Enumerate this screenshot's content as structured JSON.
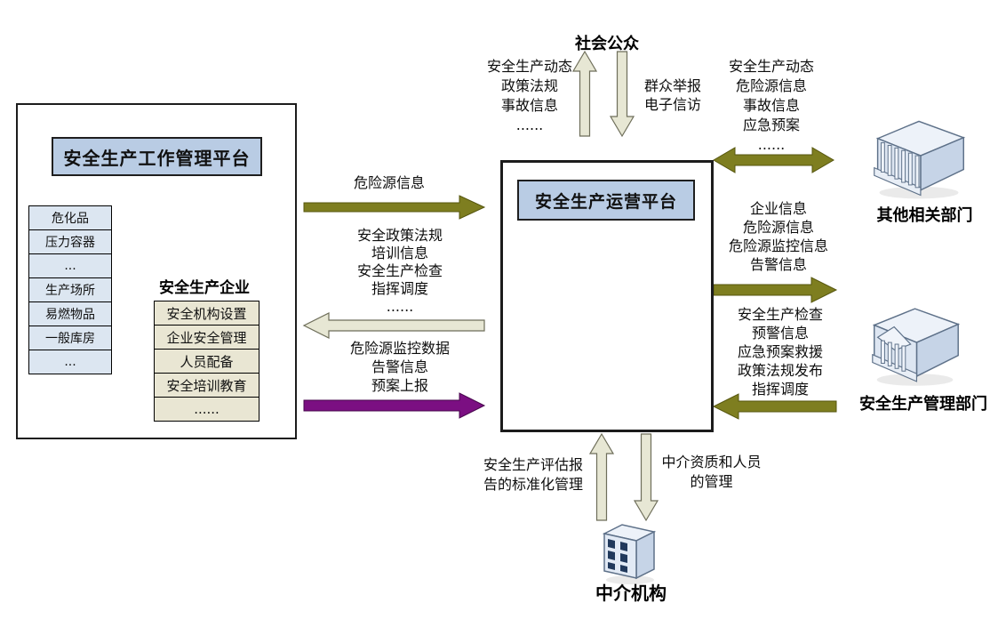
{
  "colors": {
    "olive": "#7E7E20",
    "olive_edge": "#55550E",
    "purple": "#7B0F82",
    "purple_edge": "#47074C",
    "cream": "#E7E7D4",
    "cream_edge": "#6E6E5A",
    "title_bg": "#B9CCE4",
    "blue_cell_bg": "#DCE6F1",
    "tan_cell_bg": "#E9E6D3",
    "factory_red": "#A31212"
  },
  "left_panel": {
    "title": "安全生产工作管理平台",
    "categories": [
      "危化品",
      "压力容器",
      "...",
      "生产场所",
      "易燃物品",
      "一般库房",
      "..."
    ],
    "enterprise_label": "安全生产企业",
    "enterprise_items": [
      "安全机构设置",
      "企业安全管理",
      "人员配备",
      "安全培训教育",
      "......"
    ]
  },
  "center_platform": {
    "title": "安全生产运营平台"
  },
  "nodes": {
    "public": "社会公众",
    "other_departments": "其他相关部门",
    "safety_admin": "安全生产管理部门",
    "intermediary": "中介机构"
  },
  "flows": {
    "platform_to_public": {
      "lines": [
        "安全生产动态",
        "政策法规",
        "事故信息",
        "......"
      ]
    },
    "public_to_platform": {
      "lines": [
        "群众举报",
        "电子信访"
      ]
    },
    "platform_other_depts": {
      "lines": [
        "安全生产动态",
        "危险源信息",
        "事故信息",
        "应急预案",
        "......"
      ]
    },
    "platform_to_admin": {
      "lines": [
        "企业信息",
        "危险源信息",
        "危险源监控信息",
        "告警信息"
      ]
    },
    "admin_to_platform": {
      "lines": [
        "安全生产检查",
        "预警信息",
        "应急预案救援",
        "政策法规发布",
        "指挥调度"
      ]
    },
    "enterprise_to_platform": {
      "lines": [
        "危险源信息"
      ]
    },
    "platform_to_enterprise": {
      "lines": [
        "安全政策法规",
        "培训信息",
        "安全生产检查",
        "指挥调度",
        "......"
      ]
    },
    "enterprise_monitor_to_platform": {
      "lines": [
        "危险源监控数据",
        "告警信息",
        "预案上报"
      ]
    },
    "intermediary_to_platform": {
      "lines": [
        "安全生产评估报",
        "告的标准化管理"
      ]
    },
    "platform_to_intermediary": {
      "lines": [
        "中介资质和人员",
        "的管理"
      ]
    }
  }
}
